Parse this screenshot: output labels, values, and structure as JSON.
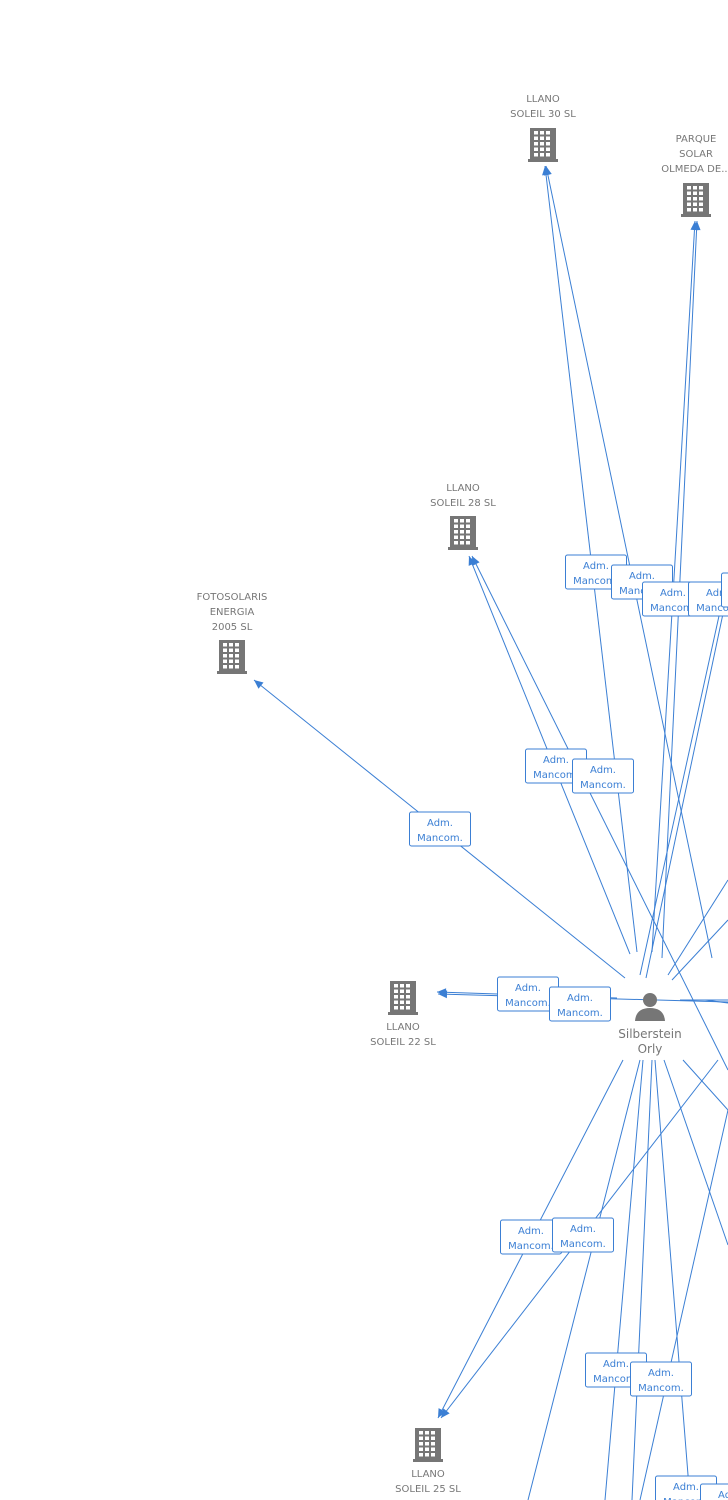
{
  "relation_label": [
    "Adm.",
    "Mancom."
  ],
  "person": {
    "name_lines": [
      "Silberstein",
      "Orly"
    ],
    "icon": "person-icon"
  },
  "companies": [
    {
      "id": "llano-soleil-30",
      "name_lines": [
        "LLANO",
        "SOLEIL 30 SL"
      ],
      "icon": "building-icon"
    },
    {
      "id": "parque-solar",
      "name_lines": [
        "PARQUE",
        "SOLAR",
        "OLMEDA DE..."
      ],
      "icon": "building-icon"
    },
    {
      "id": "llano-soleil-28",
      "name_lines": [
        "LLANO",
        "SOLEIL 28 SL"
      ],
      "icon": "building-icon"
    },
    {
      "id": "fotosolaris",
      "name_lines": [
        "FOTOSOLARIS",
        "ENERGIA",
        "2005 SL"
      ],
      "icon": "building-icon"
    },
    {
      "id": "llano-soleil-22",
      "name_lines": [
        "LLANO",
        "SOLEIL 22 SL"
      ],
      "icon": "building-icon"
    },
    {
      "id": "llano-soleil-25",
      "name_lines": [
        "LLANO",
        "SOLEIL 25 SL"
      ],
      "icon": "building-icon"
    }
  ],
  "colors": {
    "edge": "#3b7fd4",
    "icon": "#767676",
    "label": "#777777"
  }
}
